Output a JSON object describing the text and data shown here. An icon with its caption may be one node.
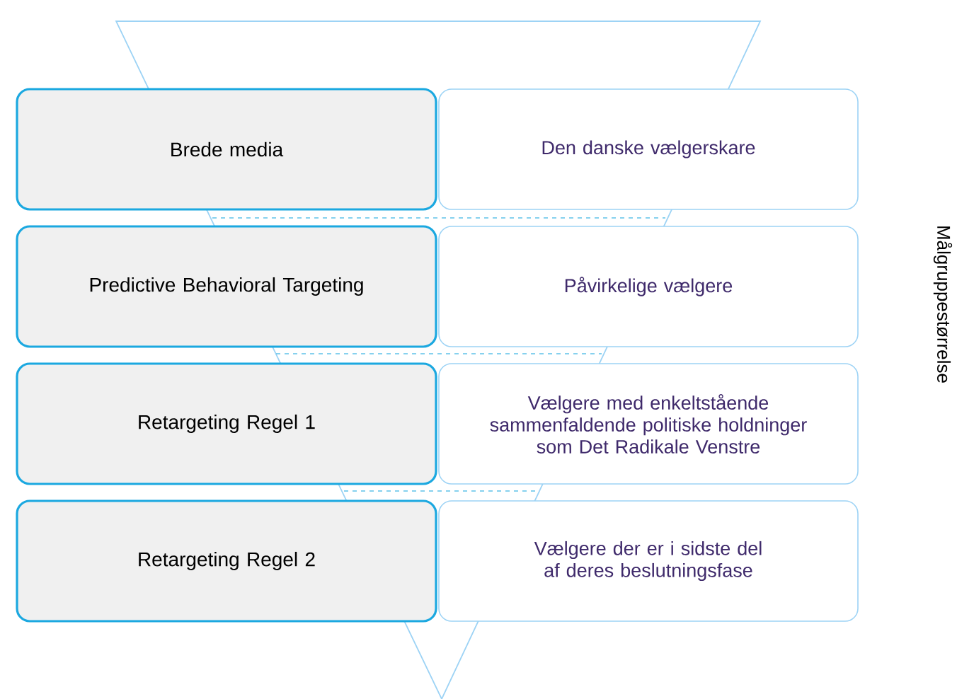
{
  "diagram": {
    "nodes": [
      {
        "text": [
          "Brede media"
        ]
      },
      {
        "text": [
          "Den danske vælgerskare"
        ]
      },
      {
        "text": [
          "Predictive Behavioral Targeting"
        ]
      },
      {
        "text": [
          "Påvirkelige vælgere"
        ]
      },
      {
        "text": [
          "Retargeting Regel 1"
        ]
      },
      {
        "text": [
          "Vælgere med enkeltstående sammenfaldende politiske holdninger som Det Radikale Venstre"
        ]
      },
      {
        "text": [
          "Retargeting Regel 2"
        ]
      },
      {
        "text": [
          "Vælgere der er i sidste del af deres beslutningsfase"
        ]
      }
    ],
    "labels": [
      "Målgruppestørrelse"
    ]
  }
}
